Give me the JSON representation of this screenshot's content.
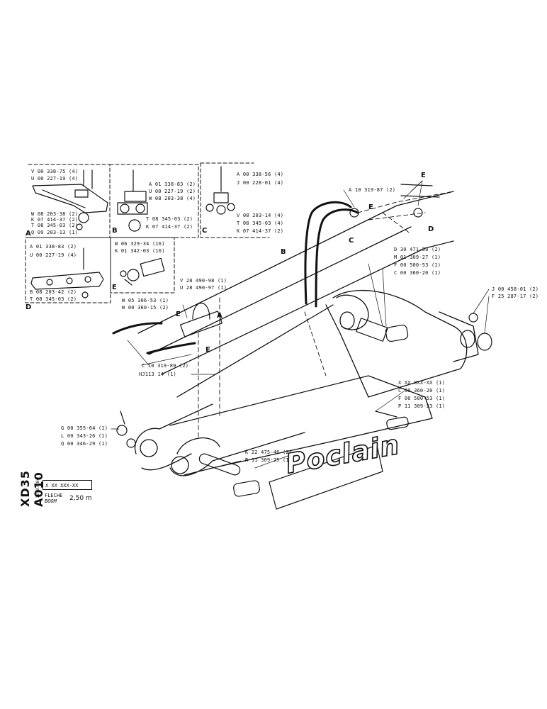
{
  "sheet": {
    "code": "XD35 A010",
    "date": "12-07-84",
    "ref": "X XX XXX-XX",
    "title_fr": "FLECHE",
    "title_en": "BOOM",
    "size": "2,50 m",
    "logo": "Poclain"
  },
  "insets": [
    {
      "letter": "A",
      "labels": [
        "V 00 338-75 (4)",
        "U 00 227-19 (4)",
        "W 08 203-38 (2)",
        "K 07 414-37 (2)",
        "T 08 345-03 (2)",
        "Q 09 203-13 (1)"
      ]
    },
    {
      "letter": "B",
      "labels": [
        "A 01 338-83 (2)",
        "U 00 227-19 (2)",
        "W 08 203-38 (4)",
        "T 08 345-03 (2)",
        "K 07 414-37 (2)"
      ]
    },
    {
      "letter": "C",
      "labels": [
        "A 00 338-56 (4)",
        "J 00 228-01 (4)",
        "V 08 203-14 (4)",
        "T 08 345-03 (4)",
        "K 07 414-37 (2)"
      ]
    },
    {
      "letter": "D",
      "labels": [
        "A 01 338-83 (2)",
        "U 00 227-19 (4)",
        "B 08 203-42 (2)",
        "T 08 345-03 (2)"
      ]
    },
    {
      "letter": "E",
      "labels": [
        "W 06 329-34 (16)",
        "K 01 342-03 (16)"
      ]
    }
  ],
  "callouts": {
    "hose_top": "A 10 319-87 (2)",
    "upper_right": [
      "D 30 471-58 (2)",
      "M 01 309-27 (1)",
      "F 00 500-53 (1)",
      "C 00 360-20 (1)"
    ],
    "mid": [
      "V 28 490-98 (1)",
      "U 28 490-97 (1)"
    ],
    "left_clamp": [
      "W 05 306-53 (1)",
      "W 00 360-15 (2)"
    ],
    "hose_lower": "C 10 319-89 (2)",
    "tube_ref": "HJ113 14    (1)",
    "far_right": [
      "J 00 458-01 (2)",
      "F 25 287-17 (2)"
    ],
    "lower_right": [
      "X XX XXX-XX (1)",
      "C 00 360-20 (1)",
      "F 00 500-53 (1)",
      "P 11 309-23 (1)"
    ],
    "left_pin": [
      "G 00 355-64 (1)",
      "L 00 343-26 (1)",
      "Q 00 346-29 (1)"
    ],
    "bottom_pin": [
      "K 22 475-46 (2)",
      "R 11 309-25 (1)"
    ],
    "letters": [
      "E",
      "E",
      "A",
      "B",
      "C",
      "D",
      "E",
      "E"
    ]
  }
}
